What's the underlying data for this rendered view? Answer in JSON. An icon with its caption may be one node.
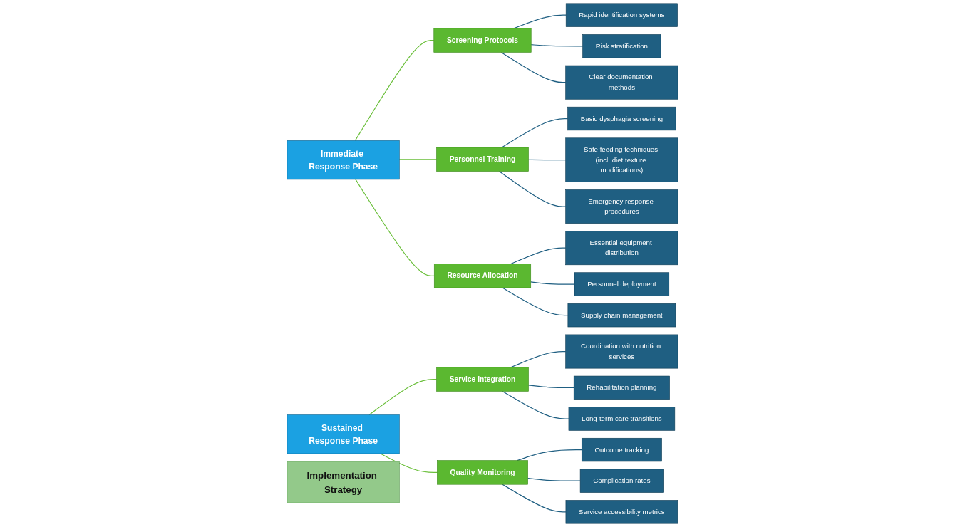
{
  "diagram": {
    "nodes": [
      {
        "text": [
          "Implementation Strategy"
        ]
      },
      {
        "text": [
          "Immediate Response Phase"
        ]
      },
      {
        "text": [
          "Screening Protocols"
        ]
      },
      {
        "text": [
          "Rapid identification systems"
        ]
      },
      {
        "text": [
          "Risk stratification"
        ]
      },
      {
        "text": [
          "Clear documentation methods"
        ]
      },
      {
        "text": [
          "Personnel Training"
        ]
      },
      {
        "text": [
          "Basic dysphagia screening"
        ]
      },
      {
        "text": [
          "Safe feeding techniques (incl. diet texture modifications)"
        ]
      },
      {
        "text": [
          "Emergency response procedures"
        ]
      },
      {
        "text": [
          "Resource Allocation"
        ]
      },
      {
        "text": [
          "Essential equipment distribution"
        ]
      },
      {
        "text": [
          "Personnel deployment"
        ]
      },
      {
        "text": [
          "Supply chain management"
        ]
      },
      {
        "text": [
          "Sustained Response Phase"
        ]
      },
      {
        "text": [
          "Service Integration"
        ]
      },
      {
        "text": [
          "Coordination with nutrition services"
        ]
      },
      {
        "text": [
          "Rehabilitation planning"
        ]
      },
      {
        "text": [
          "Long-term care transitions"
        ]
      },
      {
        "text": [
          "Quality Monitoring"
        ]
      },
      {
        "text": [
          "Outcome tracking"
        ]
      },
      {
        "text": [
          "Complication rates"
        ]
      },
      {
        "text": [
          "Service accessibility metrics"
        ]
      }
    ],
    "edges": [
      {
        "from": 1,
        "to": 2,
        "arrow": "none",
        "color": "#6abf3a"
      },
      {
        "from": 1,
        "to": 6,
        "arrow": "none",
        "color": "#6abf3a"
      },
      {
        "from": 1,
        "to": 10,
        "arrow": "none",
        "color": "#6abf3a"
      },
      {
        "from": 2,
        "to": 3,
        "arrow": "none"
      },
      {
        "from": 2,
        "to": 4,
        "arrow": "none"
      },
      {
        "from": 2,
        "to": 5,
        "arrow": "none"
      },
      {
        "from": 6,
        "to": 7,
        "arrow": "none"
      },
      {
        "from": 6,
        "to": 8,
        "arrow": "none"
      },
      {
        "from": 6,
        "to": 9,
        "arrow": "none"
      },
      {
        "from": 10,
        "to": 11,
        "arrow": "none"
      },
      {
        "from": 10,
        "to": 12,
        "arrow": "none"
      },
      {
        "from": 10,
        "to": 13,
        "arrow": "none"
      },
      {
        "from": 14,
        "to": 15,
        "arrow": "none",
        "color": "#6abf3a"
      },
      {
        "from": 14,
        "to": 19,
        "arrow": "none",
        "color": "#6abf3a"
      },
      {
        "from": 15,
        "to": 16,
        "arrow": "none"
      },
      {
        "from": 15,
        "to": 17,
        "arrow": "none"
      },
      {
        "from": 15,
        "to": 18,
        "arrow": "none"
      },
      {
        "from": 19,
        "to": 20,
        "arrow": "none"
      },
      {
        "from": 19,
        "to": 21,
        "arrow": "none"
      },
      {
        "from": 19,
        "to": 22,
        "arrow": "none"
      }
    ]
  }
}
